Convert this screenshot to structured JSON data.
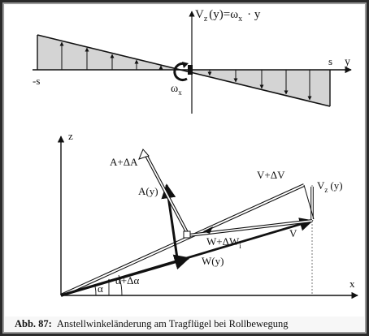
{
  "top_plot": {
    "formula": "V_z (y)=ω_x · y",
    "formula_lhs": "V",
    "formula_sub": "z",
    "formula_rest": "(y)=ω",
    "formula_sub2": "x",
    "formula_tail": "· y",
    "left_tick": "-s",
    "right_tick": "s",
    "axis_label": "y",
    "rotation_label": "ω",
    "rotation_sub": "x"
  },
  "bottom_plot": {
    "z_axis": "z",
    "x_axis": "x",
    "A_plus_dA": "A+ΔA",
    "A_of_y": "A(y)",
    "V_plus_dV": "V+ΔV",
    "Vz_of_y": "V",
    "Vz_sub": "z",
    "Vz_tail": "(y)",
    "W_plus_dWi": "W+ΔW",
    "W_sub": "i",
    "V": "V",
    "W_of_y": "W(y)",
    "alpha": "α",
    "alpha_plus": "α+Δα"
  },
  "caption": {
    "label": "Abb. 87:",
    "text": "Anstellwinkeländerung am Tragflügel bei Rollbewegung"
  }
}
